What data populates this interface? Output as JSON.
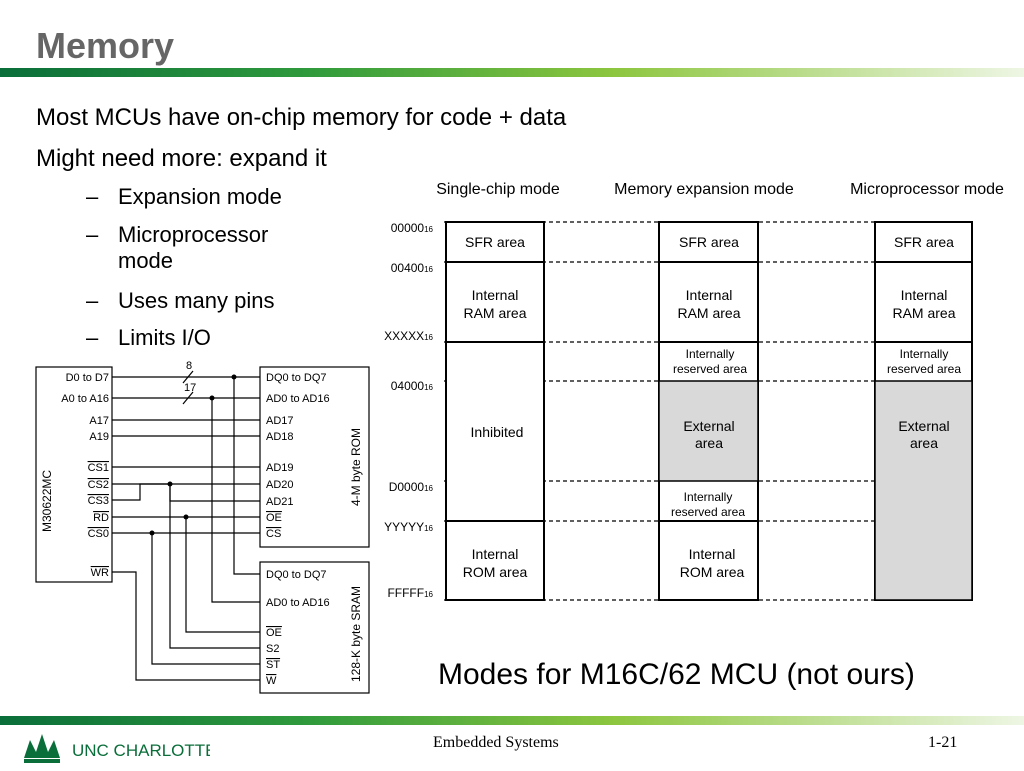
{
  "slide": {
    "title": "Memory",
    "bullets": [
      "Most MCUs have on-chip memory for code + data",
      "Might need more: expand it"
    ],
    "sub_bullets": [
      {
        "dash": "–",
        "text": "Expansion mode"
      },
      {
        "dash": "–",
        "text": "Microprocessor mode"
      },
      {
        "dash": "–",
        "text": "Uses many pins"
      },
      {
        "dash": "–",
        "text": "Limits I/O"
      }
    ],
    "caption": "Modes for M16C/62 MCU (not ours)"
  },
  "footer": {
    "center": "Embedded Systems",
    "page": "1-21",
    "logo_text": "UNC CHARLOTTE",
    "logo_icon": "crown-logo-icon"
  },
  "memory_map": {
    "modes": [
      "Single-chip mode",
      "Memory expansion mode",
      "Microprocessor mode"
    ],
    "address_labels": [
      {
        "base": "00000",
        "sub": "16"
      },
      {
        "base": "00400",
        "sub": "16"
      },
      {
        "base": "XXXXX",
        "sub": "16"
      },
      {
        "base": "04000",
        "sub": "16"
      },
      {
        "base": "D0000",
        "sub": "16"
      },
      {
        "base": "YYYYY",
        "sub": "16"
      },
      {
        "base": "FFFFF",
        "sub": "16"
      }
    ],
    "single_chip": {
      "sfr": "SFR area",
      "ram": [
        "Internal",
        "RAM area"
      ],
      "inhibited": "Inhibited",
      "rom": [
        "Internal",
        "ROM area"
      ]
    },
    "memory_expansion": {
      "sfr": "SFR area",
      "ram": [
        "Internal",
        "RAM area"
      ],
      "reserved1": [
        "Internally",
        "reserved area"
      ],
      "external": [
        "External",
        "area"
      ],
      "reserved2": [
        "Internally",
        "reserved area"
      ],
      "rom": [
        "Internal",
        "ROM area"
      ]
    },
    "microprocessor": {
      "sfr": "SFR area",
      "ram": [
        "Internal",
        "RAM area"
      ],
      "reserved": [
        "Internally",
        "reserved area"
      ],
      "external": [
        "External",
        "area"
      ]
    },
    "shade_color": "#d9d9d9"
  },
  "circuit": {
    "mcu": {
      "name": "M30622MC",
      "pins": [
        "D0 to D7",
        "A0 to A16",
        "A17",
        "A19",
        "CS1",
        "CS2",
        "CS3",
        "RD",
        "CS0",
        "WR"
      ]
    },
    "bus_widths": [
      "8",
      "17"
    ],
    "rom": {
      "name": "4-M byte ROM",
      "pins": [
        "DQ0 to DQ7",
        "AD0 to AD16",
        "AD17",
        "AD18",
        "AD19",
        "AD20",
        "AD21",
        "OE",
        "CS"
      ]
    },
    "sram": {
      "name": "128-K byte SRAM",
      "pins": [
        "DQ0 to DQ7",
        "AD0 to AD16",
        "OE",
        "S2",
        "ST",
        "W"
      ]
    }
  }
}
